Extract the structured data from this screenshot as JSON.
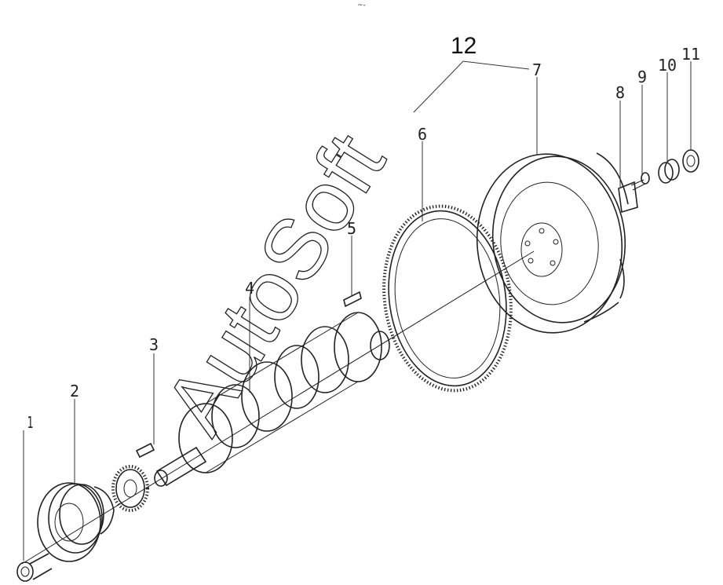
{
  "diagram": {
    "assembly_callout": "12",
    "part_labels": [
      "1",
      "2",
      "3",
      "4",
      "5",
      "6",
      "7",
      "8",
      "9",
      "10",
      "11"
    ],
    "watermark": "AutoSoft",
    "corner_mark": "~-"
  }
}
